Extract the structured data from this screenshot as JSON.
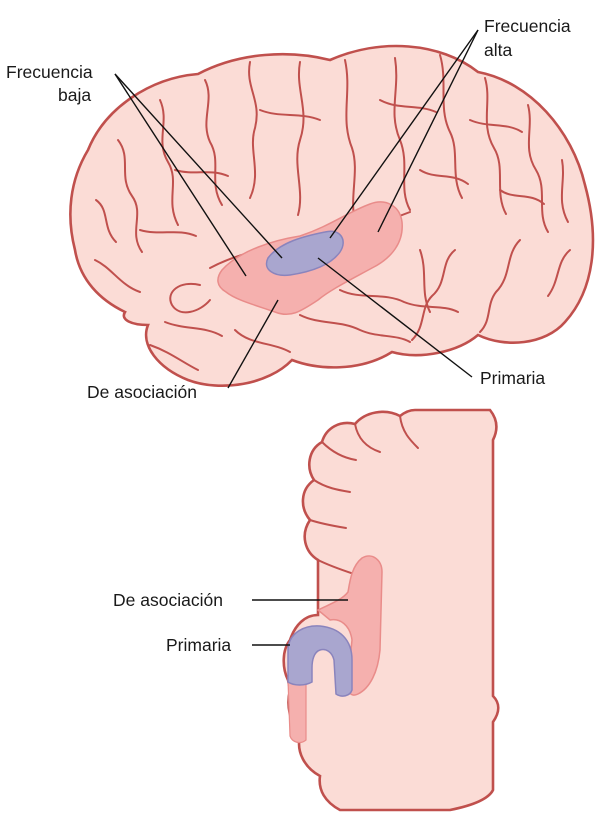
{
  "colors": {
    "brain_fill": "#fbdcd6",
    "brain_outline": "#c0504d",
    "association_area": "#f5b0ae",
    "association_edge": "#e98c8a",
    "primary_area": "#a9a6cf",
    "primary_edge": "#8a84bd",
    "leader_line": "#111111",
    "background": "#ffffff"
  },
  "top_view": {
    "labels": {
      "low_freq_line1": "Frecuencia",
      "low_freq_line2": "baja",
      "high_freq_line1": "Frecuencia",
      "high_freq_line2": "alta",
      "primary": "Primaria",
      "association": "De asociación"
    }
  },
  "section_view": {
    "labels": {
      "association": "De asociación",
      "primary": "Primaria"
    }
  }
}
